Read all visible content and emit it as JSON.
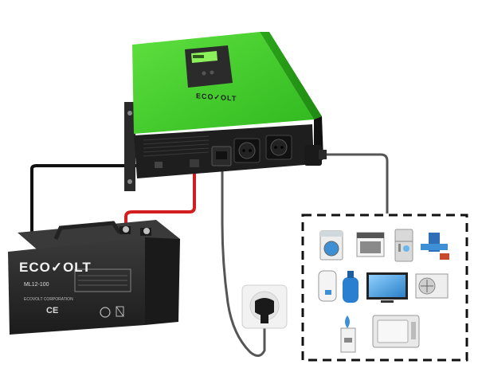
{
  "inverter": {
    "brand_label": "ECO✓OLT"
  },
  "battery": {
    "brand_label": "ECO✓OLT",
    "model_label": "ML12-100",
    "corp_label": "ECOVOLT CORPORATION",
    "ce_mark": "CE"
  },
  "colors": {
    "inverter_green": "#36c826",
    "inverter_dark": "#1e1e1e",
    "battery_body": "#2a2a2a",
    "positive_cable": "#d21e1e",
    "wall_socket": "#f2f2f2",
    "appliance_accent": "#3d8fd6"
  },
  "appliances": [
    "washing-machine-icon",
    "oven-icon",
    "refrigerator-icon",
    "water-pump-icon",
    "water-heater-icon",
    "gas-cylinder-icon",
    "television-icon",
    "air-conditioner-icon",
    "water-dispenser-icon",
    "microwave-icon"
  ]
}
